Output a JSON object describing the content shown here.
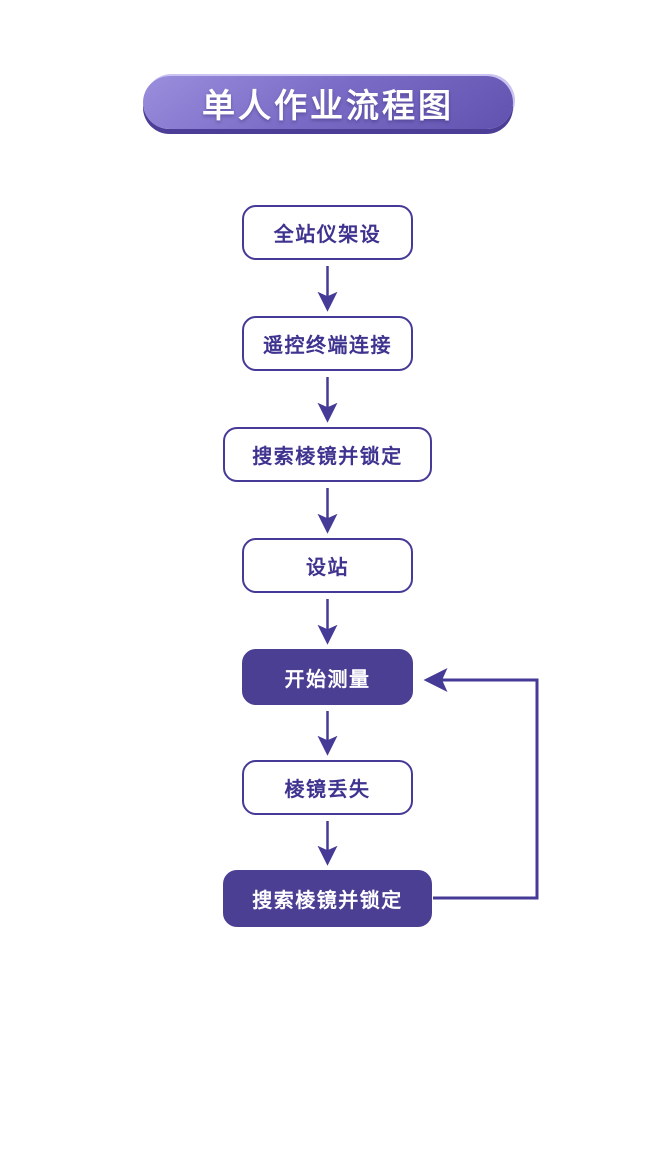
{
  "title": {
    "text": "单人作业流程图"
  },
  "flowchart": {
    "nodes": [
      {
        "id": "setup-total-station",
        "label": "全站仪架设",
        "variant": "outline"
      },
      {
        "id": "connect-remote-terminal",
        "label": "遥控终端连接",
        "variant": "outline"
      },
      {
        "id": "search-lock-prism",
        "label": "搜索棱镜并锁定",
        "variant": "outline"
      },
      {
        "id": "set-station",
        "label": "设站",
        "variant": "outline"
      },
      {
        "id": "start-measurement",
        "label": "开始测量",
        "variant": "filled"
      },
      {
        "id": "prism-lost",
        "label": "棱镜丢失",
        "variant": "outline"
      },
      {
        "id": "search-lock-prism-again",
        "label": "搜索棱镜并锁定",
        "variant": "filled"
      }
    ],
    "edges": [
      {
        "from": "setup-total-station",
        "to": "connect-remote-terminal",
        "type": "down-arrow"
      },
      {
        "from": "connect-remote-terminal",
        "to": "search-lock-prism",
        "type": "down-arrow"
      },
      {
        "from": "search-lock-prism",
        "to": "set-station",
        "type": "down-arrow"
      },
      {
        "from": "set-station",
        "to": "start-measurement",
        "type": "down-arrow"
      },
      {
        "from": "start-measurement",
        "to": "prism-lost",
        "type": "down-arrow"
      },
      {
        "from": "prism-lost",
        "to": "search-lock-prism-again",
        "type": "down-arrow"
      },
      {
        "from": "search-lock-prism-again",
        "to": "start-measurement",
        "type": "loop-back-right"
      }
    ]
  },
  "colors": {
    "accent": "#453a96",
    "node_border": "#453a96",
    "node_text": "#3f3390",
    "filled_node_bg": "#4b3f94",
    "filled_node_text": "#ffffff",
    "banner_gradient_light": "#9a8edd",
    "banner_gradient_dark": "#6152af",
    "banner_lip": "#4c3e97",
    "banner_highlight": "#cac2f1",
    "background": "#ffffff"
  }
}
